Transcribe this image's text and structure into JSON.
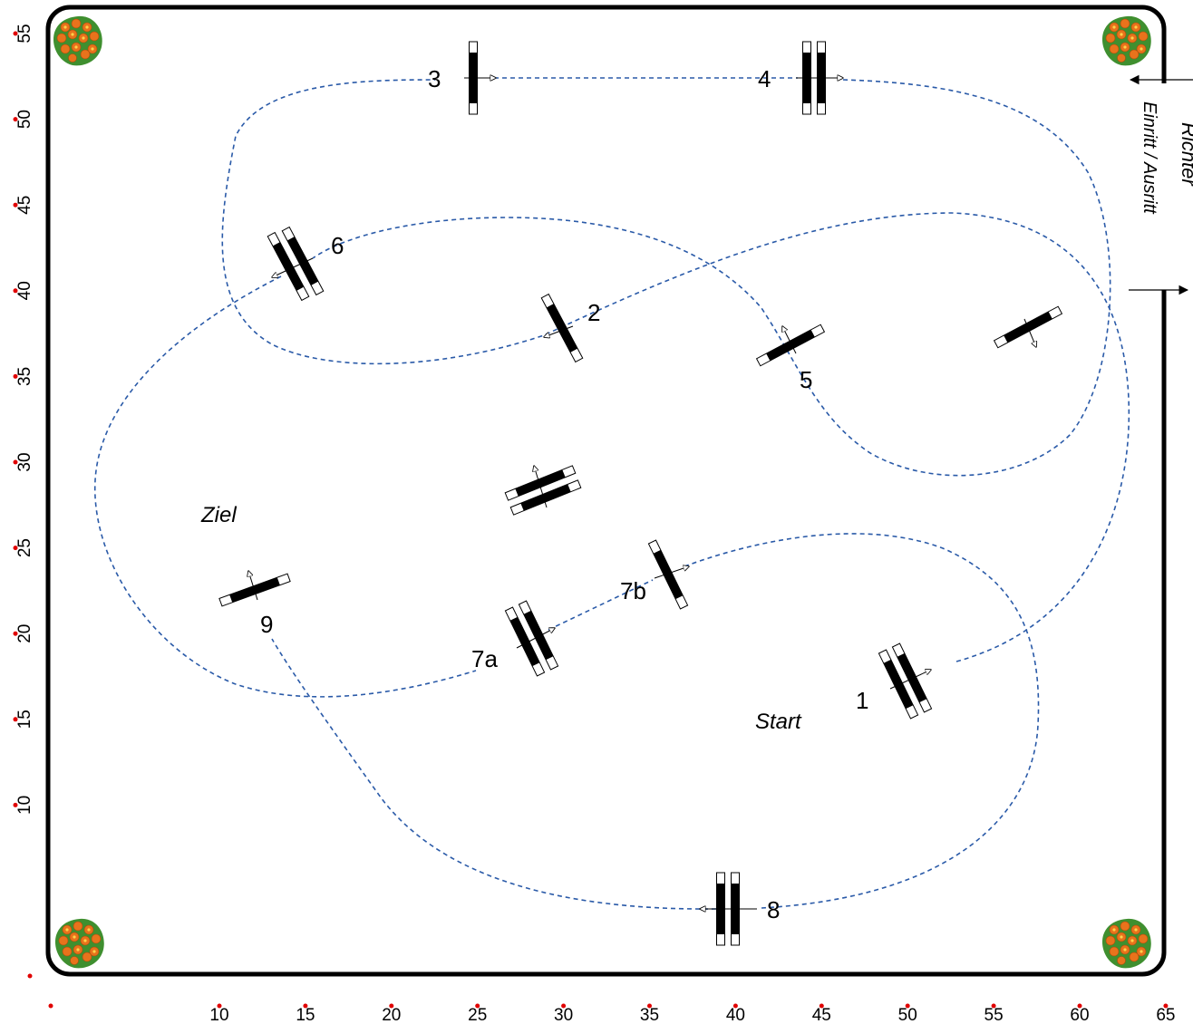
{
  "arena": {
    "x_axis_labels": [
      "10",
      "15",
      "20",
      "25",
      "30",
      "35",
      "40",
      "45",
      "50",
      "55",
      "60",
      "65"
    ],
    "y_axis_labels": [
      "55",
      "50",
      "45",
      "40",
      "35",
      "30",
      "25",
      "20",
      "15",
      "10"
    ],
    "entrance_label": "Einritt / Ausritt",
    "entrance_side_label": "Richter",
    "marker_color": "#e00000",
    "path_color": "#2a5aa8",
    "fence_color": "#000000"
  },
  "annotations": {
    "start": "Start",
    "finish": "Ziel"
  },
  "obstacles": [
    {
      "number": "1",
      "type": "oxer"
    },
    {
      "number": "2",
      "type": "vertical"
    },
    {
      "number": "3",
      "type": "vertical"
    },
    {
      "number": "4",
      "type": "oxer"
    },
    {
      "number": "5",
      "type": "vertical"
    },
    {
      "number": "6",
      "type": "oxer"
    },
    {
      "number": "7a",
      "type": "oxer"
    },
    {
      "number": "7b",
      "type": "vertical"
    },
    {
      "number": "8",
      "type": "oxer"
    },
    {
      "number": "9",
      "type": "vertical"
    }
  ],
  "icons": [
    "flower-bed-icon"
  ]
}
